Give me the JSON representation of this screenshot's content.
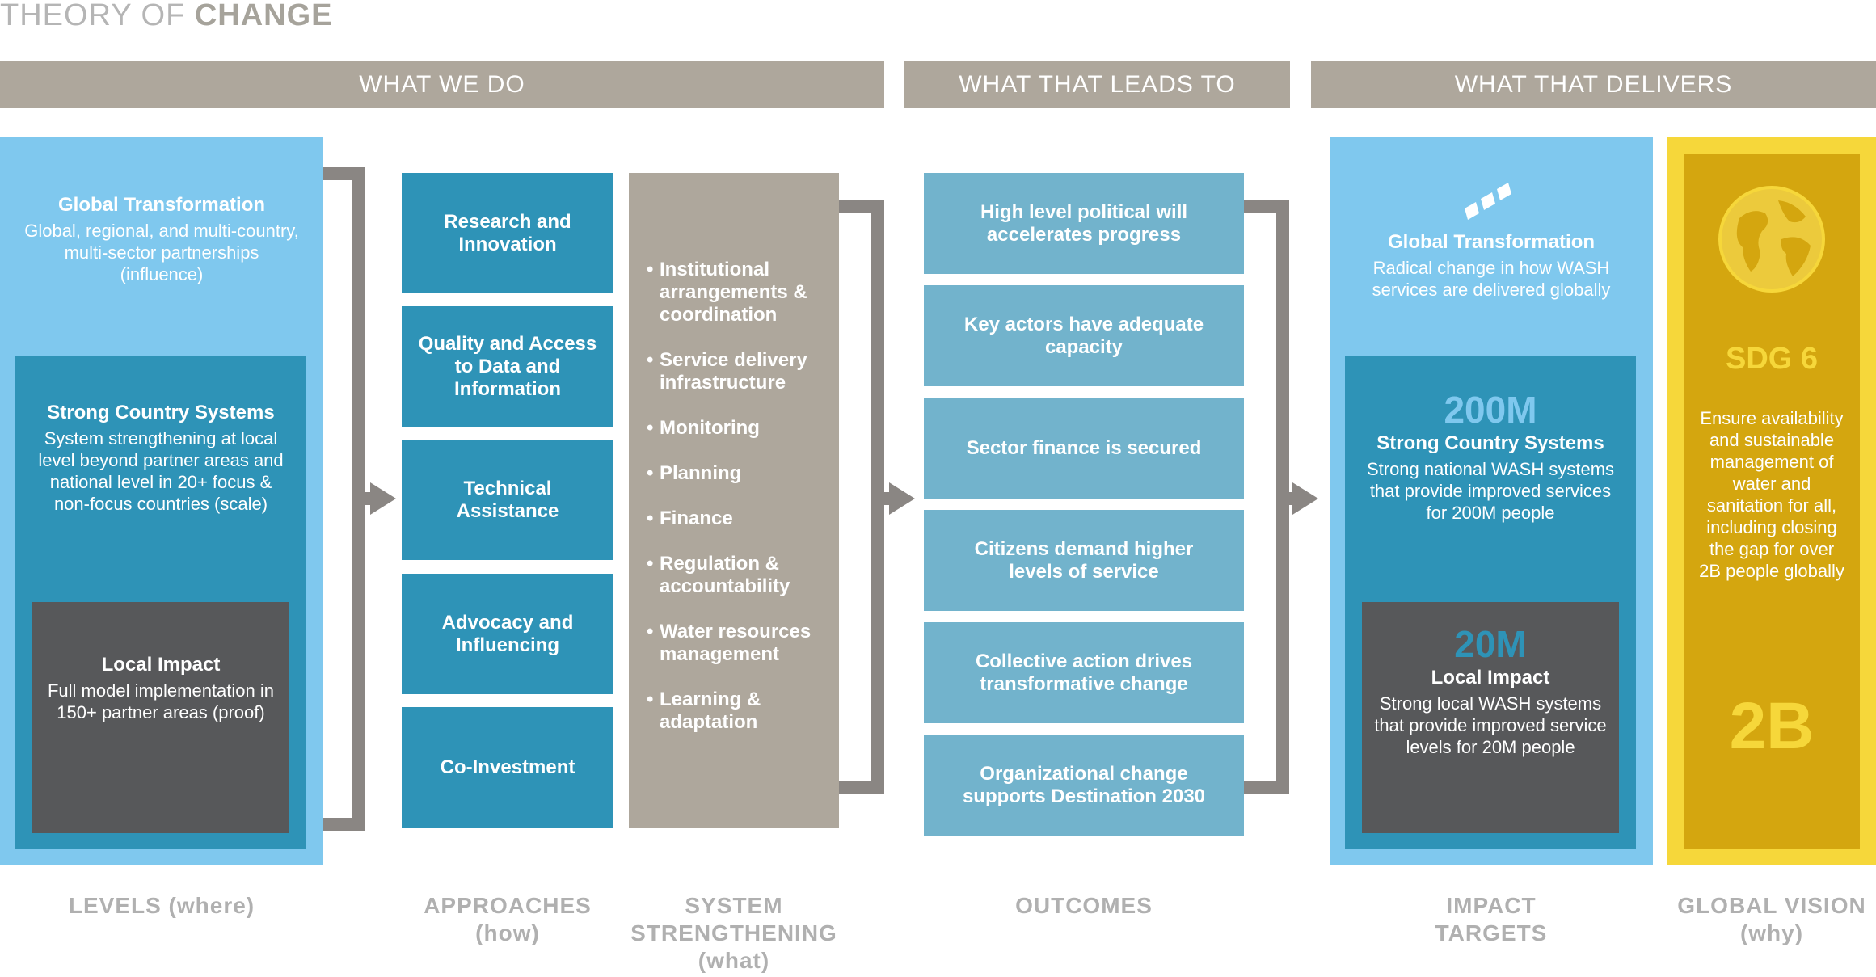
{
  "title": {
    "light": "THEORY OF ",
    "bold": "CHANGE"
  },
  "headers": {
    "what_we_do": "WHAT WE DO",
    "leads_to": "WHAT THAT LEADS TO",
    "delivers": "WHAT THAT DELIVERS"
  },
  "levels": {
    "global": {
      "title": "Global Transformation",
      "text": "Global, regional, and multi-country, multi-sector partnerships (influence)"
    },
    "country": {
      "title": "Strong Country Systems",
      "text": "System strengthening at local level beyond partner areas and national level in 20+ focus & non-focus countries (scale)"
    },
    "local": {
      "title": "Local Impact",
      "text": "Full model implementation in 150+ partner areas (proof)"
    }
  },
  "approaches": [
    "Research and Innovation",
    "Quality and Access to Data and Information",
    "Technical Assistance",
    "Advocacy and Influencing",
    "Co-Investment"
  ],
  "system_items": [
    "Institutional arrangements & coordination",
    "Service delivery infrastructure",
    "Monitoring",
    "Planning",
    "Finance",
    "Regulation & accountability",
    "Water resources management",
    "Learning & adaptation"
  ],
  "outcomes": [
    "High level political will accelerates progress",
    "Key actors have adequate capacity",
    "Sector finance is secured",
    "Citizens demand higher levels of service",
    "Collective action drives transformative change",
    "Organizational change supports Destination 2030"
  ],
  "impact": {
    "global": {
      "title": "Global Transformation",
      "text": "Radical change in how WASH services are delivered globally"
    },
    "country": {
      "number": "200M",
      "title": "Strong Country Systems",
      "text": "Strong national WASH systems that provide improved services for 200M people"
    },
    "local": {
      "number": "20M",
      "title": "Local Impact",
      "text": "Strong local WASH systems that provide improved service levels for 20M people"
    }
  },
  "vision": {
    "title": "SDG 6",
    "text": "Ensure availability and sustainable management of water and sanitation for all, including closing the gap for over 2B people globally",
    "number": "2B"
  },
  "bottom_labels": {
    "levels": "LEVELS (where)",
    "approaches": "APPROACHES (how)",
    "system": "SYSTEM STRENGTHENING (what)",
    "outcomes": "OUTCOMES",
    "impact": "IMPACT TARGETS",
    "vision": "GLOBAL VISION (why)"
  },
  "icons": {
    "impact": "triple-arrow-icon",
    "vision": "globe-icon"
  },
  "colors": {
    "header": "#aea79c",
    "light_blue": "#7fc8ee",
    "mid_blue": "#2e93b7",
    "outcome_blue": "#72b3cc",
    "dark_gray": "#57585a",
    "gold": "#d4a60f",
    "gold_border": "#f6d73a"
  }
}
